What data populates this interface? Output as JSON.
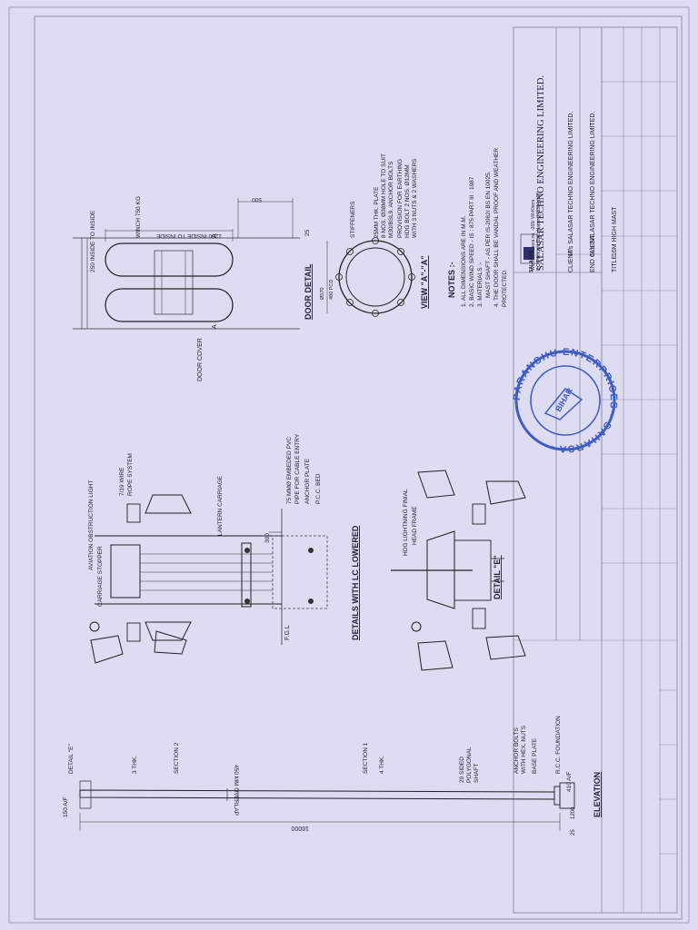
{
  "sheet": {
    "company": "SALASAR TECHNO ENGINEERING LIMITED.",
    "company_address_1": "Works:- Khasra no. -265/ Vill-Khera",
    "company_address_2": "P.O Pilkhuwa Distt. Hapur-245304 (UP)",
    "client_label": "CLIENT",
    "client_value": "M/s SALASAR TECHNO ENGINEERING LIMITED.",
    "end_client_label": "END CLIENT",
    "end_client_value": "M/s SALASAR TECHNO ENGINEERING LIMITED.",
    "title_label": "TITLE",
    "title_value": "16M HIGH MAST",
    "logo_text": "SALASAR"
  },
  "stamp": {
    "ring_text": "PARANSHU ENTERPRISES • SAHARSA •",
    "center_text": "BIHAR"
  },
  "notes": {
    "heading": "NOTES :-",
    "items": [
      "1. ALL DIMENSIONS ARE IN M.M.",
      "2. BASIC WIND SPEED - IS : 875 PART III : 1987",
      "3. MATERIALS :-",
      "MAST SHAFT - AS PER IS-2062/ BS EN 10025.",
      "4. THE DOOR SHALL BE VANDAL PROOF AND WEATHER",
      "PROTECTED."
    ]
  },
  "door_detail": {
    "title": "DOOR DETAIL",
    "dim_250": "250 INSIDE TO INSIDE",
    "dim_1200": "1200 INSIDE TO INSIDE",
    "winch": "WINCH 750 KG",
    "dim_500": "500",
    "dim_25": "25",
    "door_cover": "DOOR COVER",
    "section_a1": "A",
    "section_a2": "A"
  },
  "view_a": {
    "title": "VIEW \"A\"-\"A\"",
    "stiffeners": "STIFFENERS",
    "plate_1": "25MM THK. PLATE",
    "plate_2": "8 NOS. Ø38MM HOLE TO SUIT",
    "plate_3": "M30/BSL9. ANCHOR BOLTS",
    "earth_1": "PROVISION FOR EARTHING",
    "earth_2": "HDG BOLT 2 NOS. Ø12MM",
    "earth_3": "WITH 3 NUTS & 2 WASHERS",
    "dia_570": "Ø570",
    "pcd": "480 PCD"
  },
  "lc_lowered": {
    "title": "DETAILS WITH LC LOWERED",
    "aviation": "AVIATION OBSTRUCTION LIGHT",
    "carriage": "CARRIAGE STOPPER",
    "wire_1": "7/19 WIRE",
    "wire_2": "ROPE SYSTEM",
    "lantern": "LANTERN CARRIAGE",
    "pvc_1": "75 MMØ EMBEDED PVC",
    "pvc_2": "PIPE FOR CABLE ENTRY",
    "anchor_plate": "ANCHOR PLATE",
    "pcc": "P.C.C. BED",
    "fgl": "F.G.L",
    "dim_300": "300"
  },
  "detail_e": {
    "title": "DETAIL \"E\"",
    "finial": "HDG LIGHTNING FINIAL",
    "head": "HEAD FRAME"
  },
  "elevation": {
    "title": "ELEVATION",
    "detail_e": "DETAIL \"E\"",
    "af150": "150 A/F",
    "thk3": "3 THK.",
    "section2": "SECTION 2",
    "overlap": "450 MM OVERLAP",
    "section1": "SECTION 1",
    "thk4": "4 THK.",
    "sided_1": "20 SIDED",
    "sided_2": "POLYGONAL",
    "sided_3": "SHAFT",
    "anchor_1": "ANCHOR BOLTS",
    "anchor_2": "WITH HEX. NUTS",
    "base_plate": "BASE PLATE",
    "rcc": "R.C.C. FOUNDATION",
    "af410": "410 A/F",
    "dim_16000": "16000",
    "dim_1200": "1200",
    "dim_25": "25"
  }
}
